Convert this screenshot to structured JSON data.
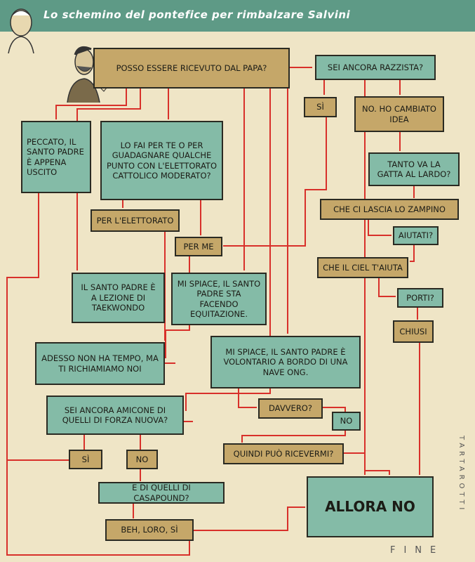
{
  "header": {
    "title": "Lo schemino del pontefice per rimbalzare Salvini"
  },
  "nodes": {
    "start": "Posso essere ricevuto dal Papa?",
    "razzista": "Sei ancora razzista?",
    "si1": "Sì",
    "cambiato": "No. Ho cambiato idea",
    "peccato": "Peccato, il Santo Padre è appena uscito",
    "lofai": "Lo fai per te o per guadagnare qualche punto con l'elettorato cattolico moderato?",
    "gatta": "Tanto va la gatta al lardo?",
    "zampino": "Che ci lascia lo zampino",
    "elettorato": "Per l'elettorato",
    "aiutati": "Aiutati?",
    "perme": "Per me",
    "ciel": "Che il ciel t'aiuta",
    "taekwondo": "Il Santo Padre è a lezione di taekwondo",
    "equitazione": "Mi spiace, il Santo Padre sta facendo equitazione.",
    "porti": "Porti?",
    "chiusi": "Chiusi",
    "tempo": "Adesso non ha tempo, ma ti richiamiamo noi",
    "ong": "Mi spiace, il Santo Padre è volontario a bordo di una nave ONG.",
    "davvero": "Davvero?",
    "no1": "No",
    "amicone": "Sei ancora amicone di quelli di Forza Nuova?",
    "ricevermi": "Quindi può ricevermi?",
    "si2": "Sì",
    "no2": "No",
    "casapound": "E di quelli di Casapound?",
    "alloraNo": "Allora no",
    "beh": "Beh, loro, sì"
  },
  "footer": {
    "fine": "FINE",
    "signature": "TARTAROTTI"
  },
  "colors": {
    "teal": "#84bba7",
    "tan": "#c5a769",
    "arrow": "#d8302a",
    "header": "#5e9a86"
  }
}
